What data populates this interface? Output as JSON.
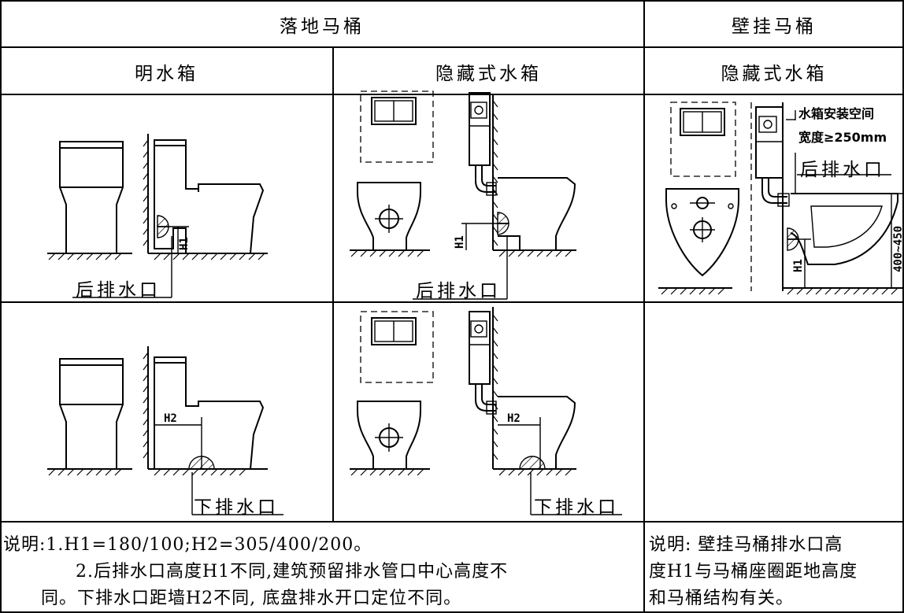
{
  "headers": {
    "floor_toilet": "落地马桶",
    "wall_hung_toilet": "壁挂马桶",
    "exposed_tank": "明水箱",
    "concealed_tank_floor": "隐藏式水箱",
    "concealed_tank_wall": "隐藏式水箱"
  },
  "labels": {
    "rear_outlet": "后排水口",
    "bottom_outlet": "下排水口",
    "tank_space_line1": "水箱安装空间",
    "tank_space_line2": "宽度≥250mm",
    "wall_rear_outlet": "后排水口",
    "h1": "H1",
    "h2": "H2",
    "height_range": "400~450"
  },
  "notes": {
    "left_line1": "说明:1.H1=180/100;H2=305/400/200。",
    "left_line2": "2.后排水口高度H1不同,建筑预留排水管口中心高度不",
    "left_line3": "同。下排水口距墙H2不同, 底盘排水开口定位不同。",
    "right_line1": "说明: 壁挂马桶排水口高",
    "right_line2": "度H1与马桶座圈距地高度",
    "right_line3": "和马桶结构有关。"
  }
}
